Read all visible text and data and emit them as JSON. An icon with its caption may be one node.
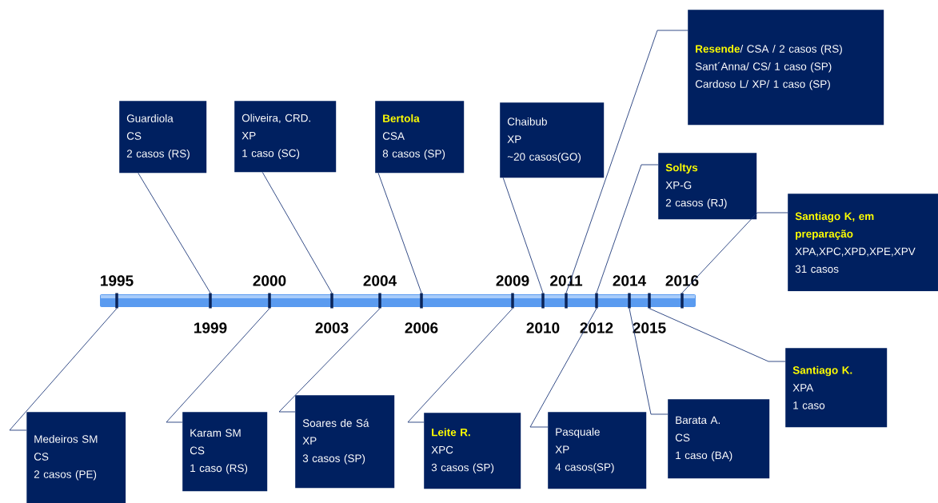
{
  "diagram": {
    "nodes": [
      {
        "text": [
          "Guardiola",
          "CS",
          "2 casos (RS)"
        ]
      },
      {
        "text": [
          "Oliveira, CRD.",
          "XP",
          "1 caso (SC)"
        ]
      },
      {
        "text": [
          "**Bertola**",
          "CSA",
          "8 casos (SP)"
        ]
      },
      {
        "text": [
          "Chaibub",
          "XP",
          "~20 casos(GO)"
        ]
      },
      {
        "text": [
          "**Resende**/ CSA / 2 casos (RS)",
          "Sant´Anna/ CS/ 1 caso (SP)",
          "Cardoso L/ XP/ 1 caso (SP)"
        ]
      },
      {
        "text": [
          "**Soltys**",
          "XP-G",
          "2 casos (RJ)"
        ]
      },
      {
        "text": [
          "**Santiago K, em preparação**",
          "XPA,XPC,XPD,XPE,XPV",
          "31 casos"
        ]
      },
      {
        "text": [
          "Medeiros SM",
          "CS",
          "2 casos (PE)"
        ]
      },
      {
        "text": [
          "Karam SM",
          "CS",
          "1 caso (RS)"
        ]
      },
      {
        "text": [
          "Soares de Sá",
          "XP",
          "3 casos (SP)"
        ]
      },
      {
        "text": [
          "**Leite R.**",
          "XPC",
          "3 casos (SP)"
        ]
      },
      {
        "text": [
          "Pasquale",
          "XP",
          "4 casos(SP)"
        ]
      },
      {
        "text": [
          "Barata A.",
          "CS",
          "1 caso (BA)"
        ]
      },
      {
        "text": [
          "**Santiago K.**",
          "XPA",
          "1 caso"
        ]
      },
      {
        "text": [],
        "shape": "bar",
        "beside": [
          "1995"
        ]
      },
      {
        "text": [],
        "shape": "bar",
        "beside": [
          "1999"
        ]
      },
      {
        "text": [],
        "shape": "bar",
        "beside": [
          "2000"
        ]
      },
      {
        "text": [],
        "shape": "bar",
        "beside": [
          "2003"
        ]
      },
      {
        "text": [],
        "shape": "bar",
        "beside": [
          "2004"
        ]
      },
      {
        "text": [],
        "shape": "bar",
        "beside": [
          "2006"
        ]
      },
      {
        "text": [],
        "shape": "bar",
        "beside": [
          "2009"
        ]
      },
      {
        "text": [],
        "shape": "bar",
        "beside": [
          "2010"
        ]
      },
      {
        "text": [],
        "shape": "bar",
        "beside": [
          "2011"
        ]
      },
      {
        "text": [],
        "shape": "bar",
        "beside": [
          "2012"
        ]
      },
      {
        "text": [],
        "shape": "bar",
        "beside": [
          "2014"
        ]
      },
      {
        "text": [],
        "shape": "bar",
        "beside": [
          "2015"
        ]
      },
      {
        "text": [],
        "shape": "bar",
        "beside": [
          "2016"
        ]
      }
    ],
    "edges": [
      {
        "from": 0,
        "to": 15,
        "arrow": "none"
      },
      {
        "from": 1,
        "to": 17,
        "arrow": "none"
      },
      {
        "from": 2,
        "to": 19,
        "arrow": "none"
      },
      {
        "from": 3,
        "to": 21,
        "arrow": "none"
      },
      {
        "from": 4,
        "to": 22,
        "arrow": "none"
      },
      {
        "from": 5,
        "to": 23,
        "arrow": "none"
      },
      {
        "from": 6,
        "to": 26,
        "arrow": "none"
      },
      {
        "from": 7,
        "to": 14,
        "arrow": "none"
      },
      {
        "from": 8,
        "to": 16,
        "arrow": "none"
      },
      {
        "from": 9,
        "to": 18,
        "arrow": "none"
      },
      {
        "from": 10,
        "to": 20,
        "arrow": "none"
      },
      {
        "from": 11,
        "to": 23,
        "arrow": "none"
      },
      {
        "from": 12,
        "to": 24,
        "arrow": "none"
      },
      {
        "from": 13,
        "to": 25,
        "arrow": "none"
      }
    ]
  }
}
